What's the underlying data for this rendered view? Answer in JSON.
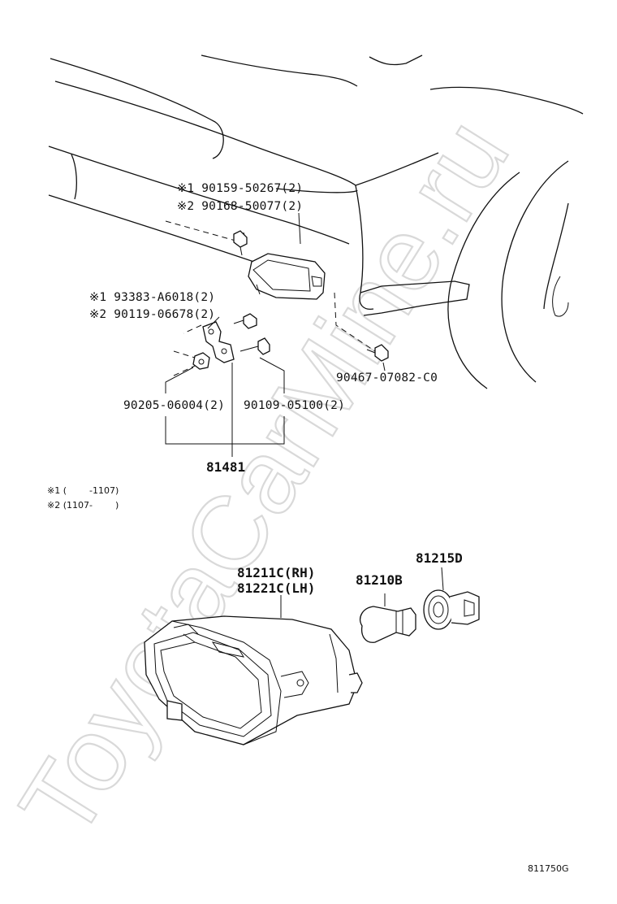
{
  "watermark": "ToyotaCarMine.ru",
  "callouts": {
    "bolt_1": "※1 90159-50267(2)",
    "bolt_2": "※2 90168-50077(2)",
    "screw_1": "※1 93383-A6018(2)",
    "screw_2": "※2 90119-06678(2)",
    "clip": "90467-07082-C0",
    "washer": "90205-06004(2)",
    "bolt_bracket": "90109-05100(2)",
    "bracket_assy": "81481",
    "lamp_rh": "81211C(RH)",
    "lamp_lh": "81221C(LH)",
    "bulb": "81210B",
    "socket": "81215D"
  },
  "notes": {
    "note_1": "※1 (        -1107)",
    "note_2": "※2 (1107-        )"
  },
  "diagram_code": "811750G"
}
